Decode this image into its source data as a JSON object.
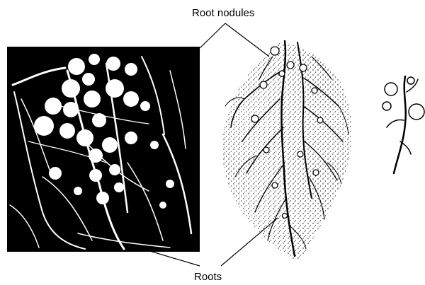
{
  "labels": {
    "root_nodules": "Root nodules",
    "roots": "Roots"
  },
  "colors": {
    "ink": "#000000",
    "paper": "#ffffff",
    "photo_background": "#000000"
  },
  "illustrations": [
    {
      "name": "photograph of root nodules",
      "style": "high-contrast black and white"
    },
    {
      "name": "drawing of root system with nodules",
      "style": "ink line drawing with stippling"
    },
    {
      "name": "close-up drawing of nodulated root",
      "style": "ink line drawing"
    }
  ]
}
